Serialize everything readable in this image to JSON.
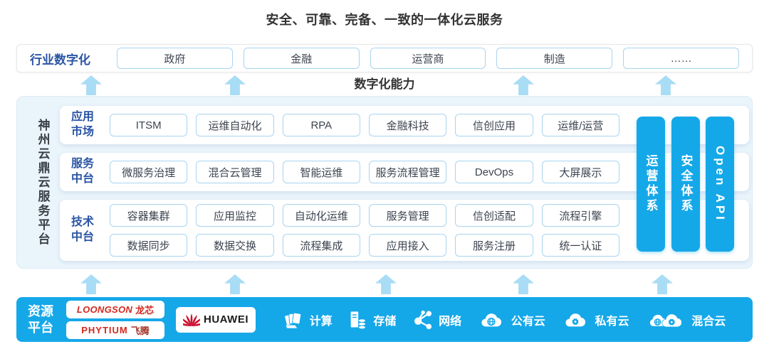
{
  "title": "安全、可靠、完备、一致的一体化云服务",
  "industry_row": {
    "label": "行业数字化",
    "boxes": [
      "政府",
      "金融",
      "运营商",
      "制造",
      "……"
    ]
  },
  "digital_capability_label": "数字化能力",
  "platform": {
    "name": "神州云鼎云服务平台",
    "rows": [
      {
        "label": "应用市场",
        "items": [
          "ITSM",
          "运维自动化",
          "RPA",
          "金融科技",
          "信创应用",
          "运维/运营"
        ]
      },
      {
        "label": "服务中台",
        "items": [
          "微服务治理",
          "混合云管理",
          "智能运维",
          "服务流程管理",
          "DevOps",
          "大屏展示"
        ]
      },
      {
        "label": "技术中台",
        "items_row1": [
          "容器集群",
          "应用监控",
          "自动化运维",
          "服务管理",
          "信创适配",
          "流程引擎"
        ],
        "items_row2": [
          "数据同步",
          "数据交换",
          "流程集成",
          "应用接入",
          "服务注册",
          "统一认证"
        ]
      }
    ],
    "side_bars": [
      "运营体系",
      "安全体系",
      "Open API"
    ]
  },
  "resources": {
    "label": "资源平台",
    "vendors": [
      {
        "brand": "LOONGSON",
        "suffix": "龙芯",
        "icon": "loongson-logo"
      },
      {
        "brand": "PHYTIUM",
        "suffix": "飞腾",
        "icon": "phytium-logo"
      },
      {
        "brand": "HUAWEI",
        "icon": "huawei-flower-icon"
      }
    ],
    "items": [
      {
        "icon": "compute-icon",
        "label": "计算"
      },
      {
        "icon": "storage-icon",
        "label": "存储"
      },
      {
        "icon": "network-icon",
        "label": "网络"
      },
      {
        "icon": "public-cloud-icon",
        "label": "公有云"
      },
      {
        "icon": "private-cloud-icon",
        "label": "私有云"
      },
      {
        "icon": "hybrid-cloud-icon",
        "label": "混合云"
      }
    ]
  },
  "colors": {
    "accent_blue": "#15a8e9",
    "arrow_blue": "#a9dcf5",
    "label_blue": "#2b55a5",
    "panel_bg": "#eaf4fb",
    "box_border": "#a9d4ef",
    "vendor_red": "#d3281e",
    "huawei_red": "#ce0e2d",
    "text_dark": "#333333"
  }
}
